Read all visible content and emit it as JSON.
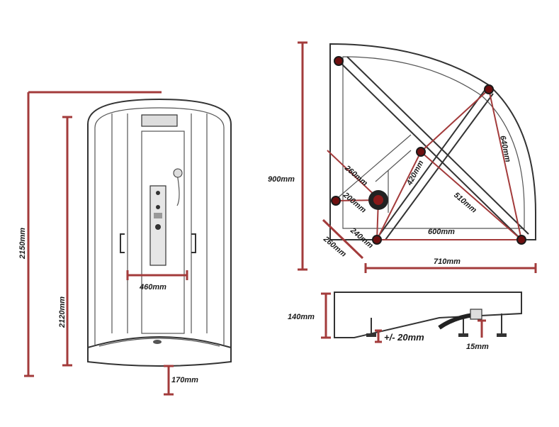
{
  "dimensions": {
    "total_height": "2150mm",
    "inner_height": "2120mm",
    "panel_width": "460mm",
    "tray_height_front": "170mm",
    "plan_depth": "900mm",
    "plan_width": "710mm",
    "plan_side_a": "260mm",
    "plan_drain_offset": "200mm",
    "plan_drain_side": "240mm",
    "plan_side_b": "260mm",
    "plan_diag_a": "420mm",
    "plan_diag_b": "510mm",
    "plan_base": "600mm",
    "plan_arc": "640mm",
    "tray_height": "140mm",
    "leg_adjust": "+/- 20mm",
    "waste_height": "15mm"
  },
  "colors": {
    "dimension": "#a33b3b",
    "outline": "#333333",
    "bolt": "#6e0f0f"
  }
}
